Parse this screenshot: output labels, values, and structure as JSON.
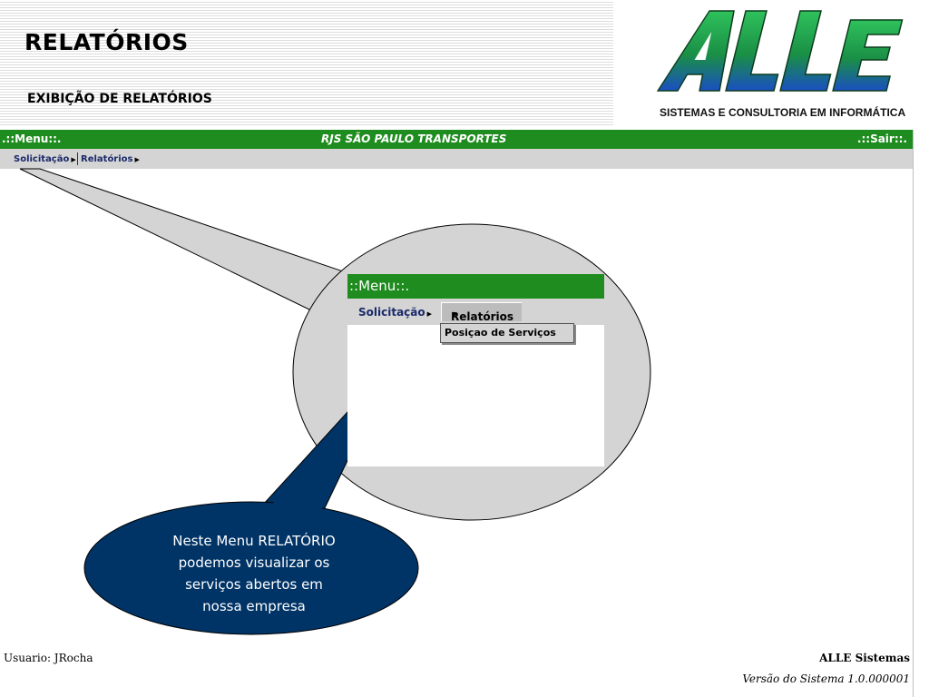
{
  "header": {
    "title": "RELATÓRIOS",
    "subtitle": "EXIBIÇÃO DE RELATÓRIOS"
  },
  "logo": {
    "letters": "ALLE",
    "tagline": "SISTEMAS E CONSULTORIA EM INFORMÁTICA",
    "colors": {
      "green": "#1aa24a",
      "blue": "#1a4fc2"
    }
  },
  "app": {
    "menu_label": ".::Menu::.",
    "company": "RJS SÃO PAULO TRANSPORTES",
    "exit_label": ".::Sair::.",
    "menu_items": [
      "Solicitação",
      "Relatórios"
    ],
    "colors": {
      "topbar": "#1e8c1e",
      "menubar": "#d4d4d4",
      "menu_text": "#1a2a6a"
    }
  },
  "zoom": {
    "menu_label": "::Menu::.",
    "items": [
      "Solicitação",
      "Relatórios"
    ],
    "submenu_item": "Posiçao de Serviços"
  },
  "note": {
    "lines": [
      "Neste Menu RELATÓRIO",
      "podemos visualizar os",
      "serviços abertos em",
      "nossa empresa"
    ],
    "color": "#003366"
  },
  "footer": {
    "user": "Usuario: JRocha",
    "company": "ALLE Sistemas",
    "version": "Versão do Sistema 1.0.000001"
  }
}
